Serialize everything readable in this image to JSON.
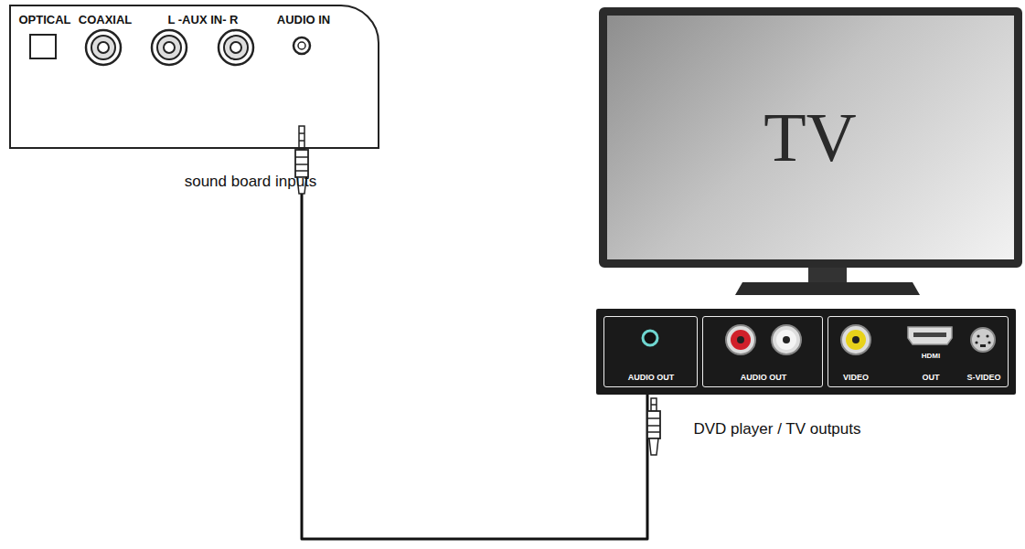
{
  "diagram": {
    "nodes": [
      {
        "text": [
          "OPTICAL",
          "COAXIAL",
          "L -AUX IN- R",
          "AUDIO IN",
          "sound board inputs"
        ]
      },
      {
        "text": [
          "TV"
        ]
      },
      {
        "text": [
          "DVD player / TV outputs"
        ]
      },
      {
        "text": [
          "AUDIO OUT"
        ],
        "in": 2
      },
      {
        "text": [
          "AUDIO OUT"
        ],
        "in": 2
      },
      {
        "text": [
          "VIDEO",
          "HDMI",
          "OUT",
          "S-VIDEO"
        ],
        "in": 2
      }
    ],
    "edges": [
      {
        "from": 0,
        "to": 3,
        "arrow": "none"
      }
    ]
  }
}
